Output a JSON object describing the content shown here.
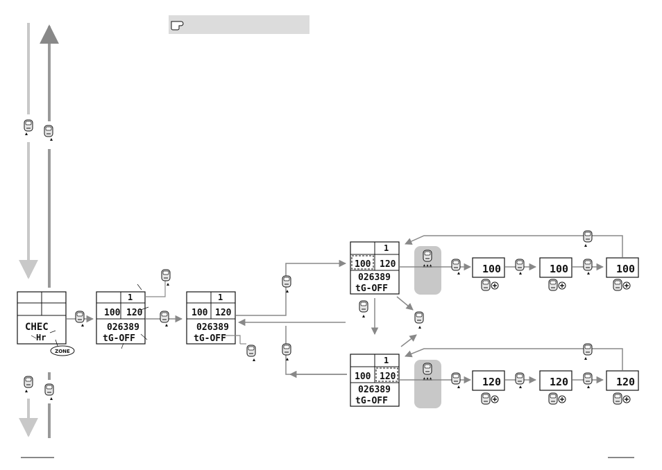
{
  "note": {
    "icon": "pointing-hand-icon"
  },
  "colors": {
    "arrow_gray": "#888888",
    "light_gray": "#cfcfcf",
    "note_bg": "#dcdcdc",
    "panel_gray": "#c8c8c8"
  },
  "screens": {
    "check": {
      "line1": "CHEC",
      "line2": "Hr",
      "zone_label": "ZONE"
    },
    "stage2": {
      "seg": "1",
      "left": "100",
      "right": "120",
      "odo": "026389",
      "status": "tG-OFF"
    },
    "stage3": {
      "seg": "1",
      "left": "100",
      "right": "120",
      "odo": "026389",
      "status": "tG-OFF"
    },
    "upper": {
      "seg": "1",
      "left": "100",
      "right": "120",
      "odo": "026389",
      "status": "tG-OFF"
    },
    "lower": {
      "seg": "1",
      "left": "100",
      "right": "120",
      "odo": "026389",
      "status": "tG-OFF"
    }
  },
  "value_rows": {
    "upper": [
      "100",
      "100",
      "100"
    ],
    "lower": [
      "120",
      "120",
      "120"
    ]
  }
}
